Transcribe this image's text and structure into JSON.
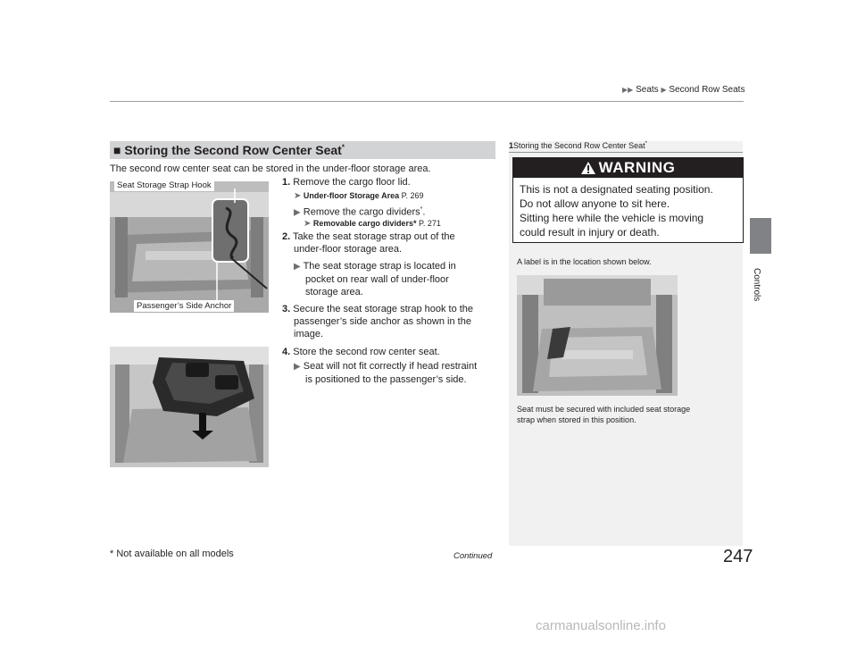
{
  "header": {
    "breadcrumb": [
      "Seats",
      "Second Row Seats"
    ]
  },
  "side_tab": {
    "label": "Controls"
  },
  "section": {
    "marker": "■",
    "title": "Storing the Second Row Center Seat",
    "asterisk": "*"
  },
  "intro": "The second row center seat can be stored in the under-floor storage area.",
  "steps": [
    {
      "num": "1.",
      "lines": [
        "Remove the cargo floor lid."
      ]
    },
    {
      "num": "2.",
      "lines": [
        "Take the seat storage strap out of the",
        "under-floor storage area."
      ]
    },
    {
      "num": "3.",
      "lines": [
        "Secure the seat storage strap hook to the",
        "passenger’s side anchor as shown in the",
        "image."
      ]
    },
    {
      "num": "4.",
      "lines": [
        "Store the second row center seat."
      ]
    }
  ],
  "refs": {
    "r1_label": "Under-floor Storage Area",
    "r1_page": "P. 269",
    "r2_label": "Removable cargo dividers",
    "r2_star": "*",
    "r2_page": "P. 271"
  },
  "subs": {
    "s1": "Remove the cargo dividers",
    "s1_star": "*",
    "s1_end": ".",
    "s2_lines": [
      "The seat storage strap is located in",
      "pocket on rear wall of under-floor",
      "storage area."
    ],
    "s4_lines": [
      "Seat will not fit correctly if head restraint",
      "is positioned to the passenger’s side."
    ]
  },
  "figure1": {
    "callout_top": "Seat Storage Strap Hook",
    "callout_bottom": "Passenger’s Side Anchor"
  },
  "sidebar": {
    "num": "1",
    "title": "Storing the Second Row Center Seat",
    "star": "*",
    "warning_title": "WARNING",
    "warning_lines": [
      "This is not a designated seating position.",
      "Do not allow anyone to sit here.",
      "Sitting here while the vehicle is moving",
      "could result in injury or death."
    ],
    "label_note": "A label is in the location shown below.",
    "caption_lines": [
      "Seat must be secured with included seat storage",
      "strap when stored in this position."
    ]
  },
  "footer": {
    "footnote": "* Not available on all models",
    "continued": "Continued",
    "page_number": "247"
  },
  "watermark": "carmanualsonline.info"
}
